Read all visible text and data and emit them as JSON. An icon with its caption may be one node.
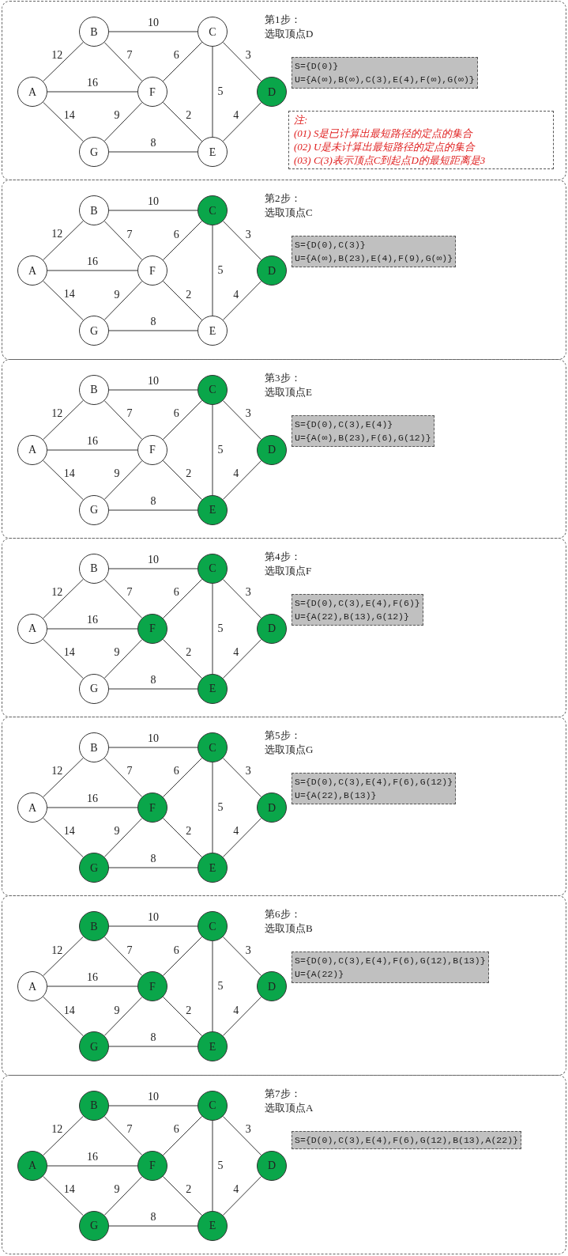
{
  "diagram": {
    "nodes": [
      {
        "text": [
          "第1步：",
          "选取顶点D"
        ]
      },
      {
        "text": [
          "B"
        ],
        "in": 0
      },
      {
        "text": [
          "C"
        ],
        "in": 0
      },
      {
        "text": [
          "A"
        ],
        "in": 0
      },
      {
        "text": [
          "F"
        ],
        "in": 0
      },
      {
        "text": [
          "D"
        ],
        "in": 0
      },
      {
        "text": [
          "G"
        ],
        "in": 0
      },
      {
        "text": [
          "E"
        ],
        "in": 0
      },
      {
        "text": [
          "S={D(0)}",
          "U={A(∞),B(∞),C(3),E(4),F(∞),G(∞)}"
        ],
        "in": 0
      },
      {
        "text": [
          "注:",
          "(01) S是已计算出最短路径的定点的集合",
          "(02) U是未计算出最短路径的定点的集合",
          "(03) C(3)表示顶点C到起点D的最短距离是3"
        ],
        "in": 0
      },
      {
        "text": [
          "第2步：",
          "选取顶点C"
        ]
      },
      {
        "text": [
          "B"
        ],
        "in": 10
      },
      {
        "text": [
          "C"
        ],
        "in": 10
      },
      {
        "text": [
          "A"
        ],
        "in": 10
      },
      {
        "text": [
          "F"
        ],
        "in": 10
      },
      {
        "text": [
          "D"
        ],
        "in": 10
      },
      {
        "text": [
          "G"
        ],
        "in": 10
      },
      {
        "text": [
          "E"
        ],
        "in": 10
      },
      {
        "text": [
          "S={D(0),C(3)}",
          "U={A(∞),B(23),E(4),F(9),G(∞)}"
        ],
        "in": 10
      },
      {
        "text": [
          "第3步：",
          "选取顶点E"
        ]
      },
      {
        "text": [
          "B"
        ],
        "in": 19
      },
      {
        "text": [
          "C"
        ],
        "in": 19
      },
      {
        "text": [
          "A"
        ],
        "in": 19
      },
      {
        "text": [
          "F"
        ],
        "in": 19
      },
      {
        "text": [
          "D"
        ],
        "in": 19
      },
      {
        "text": [
          "G"
        ],
        "in": 19
      },
      {
        "text": [
          "E"
        ],
        "in": 19
      },
      {
        "text": [
          "S={D(0),C(3),E(4)}",
          "U={A(∞),B(23),F(6),G(12)}"
        ],
        "in": 19
      },
      {
        "text": [
          "第4步：",
          "选取顶点F"
        ]
      },
      {
        "text": [
          "B"
        ],
        "in": 28
      },
      {
        "text": [
          "C"
        ],
        "in": 28
      },
      {
        "text": [
          "A"
        ],
        "in": 28
      },
      {
        "text": [
          "F"
        ],
        "in": 28
      },
      {
        "text": [
          "D"
        ],
        "in": 28
      },
      {
        "text": [
          "G"
        ],
        "in": 28
      },
      {
        "text": [
          "E"
        ],
        "in": 28
      },
      {
        "text": [
          "S={D(0),C(3),E(4),F(6)}",
          "U={A(22),B(13),G(12)}"
        ],
        "in": 28
      },
      {
        "text": [
          "第5步：",
          "选取顶点G"
        ]
      },
      {
        "text": [
          "B"
        ],
        "in": 37
      },
      {
        "text": [
          "C"
        ],
        "in": 37
      },
      {
        "text": [
          "A"
        ],
        "in": 37
      },
      {
        "text": [
          "F"
        ],
        "in": 37
      },
      {
        "text": [
          "D"
        ],
        "in": 37
      },
      {
        "text": [
          "G"
        ],
        "in": 37
      },
      {
        "text": [
          "E"
        ],
        "in": 37
      },
      {
        "text": [
          "S={D(0),C(3),E(4),F(6),G(12)}",
          "U={A(22),B(13)}"
        ],
        "in": 37
      },
      {
        "text": [
          "第6步：",
          "选取顶点B"
        ]
      },
      {
        "text": [
          "B"
        ],
        "in": 46
      },
      {
        "text": [
          "C"
        ],
        "in": 46
      },
      {
        "text": [
          "A"
        ],
        "in": 46
      },
      {
        "text": [
          "F"
        ],
        "in": 46
      },
      {
        "text": [
          "D"
        ],
        "in": 46
      },
      {
        "text": [
          "G"
        ],
        "in": 46
      },
      {
        "text": [
          "E"
        ],
        "in": 46
      },
      {
        "text": [
          "S={D(0),C(3),E(4),F(6),G(12),B(13)}",
          "U={A(22)}"
        ],
        "in": 46
      },
      {
        "text": [
          "第7步：",
          "选取顶点A"
        ]
      },
      {
        "text": [
          "B"
        ],
        "in": 55
      },
      {
        "text": [
          "C"
        ],
        "in": 55
      },
      {
        "text": [
          "A"
        ],
        "in": 55
      },
      {
        "text": [
          "F"
        ],
        "in": 55
      },
      {
        "text": [
          "D"
        ],
        "in": 55
      },
      {
        "text": [
          "G"
        ],
        "in": 55
      },
      {
        "text": [
          "E"
        ],
        "in": 55
      },
      {
        "text": [
          "S={D(0),C(3),E(4),F(6),G(12),B(13),A(22)}"
        ],
        "in": 55
      }
    ],
    "edges": [
      {
        "from": 3,
        "to": 1,
        "arrow": "none",
        "label": "12"
      },
      {
        "from": 3,
        "to": 4,
        "arrow": "none",
        "label": "16"
      },
      {
        "from": 3,
        "to": 6,
        "arrow": "none",
        "label": "14"
      },
      {
        "from": 1,
        "to": 2,
        "arrow": "none",
        "label": "10"
      },
      {
        "from": 1,
        "to": 4,
        "arrow": "none",
        "label": "7"
      },
      {
        "from": 2,
        "to": 4,
        "arrow": "none",
        "label": "6"
      },
      {
        "from": 2,
        "to": 5,
        "arrow": "none",
        "label": "3"
      },
      {
        "from": 2,
        "to": 7,
        "arrow": "none",
        "label": "5"
      },
      {
        "from": 4,
        "to": 7,
        "arrow": "none",
        "label": "2"
      },
      {
        "from": 4,
        "to": 6,
        "arrow": "none",
        "label": "9"
      },
      {
        "from": 6,
        "to": 7,
        "arrow": "none",
        "label": "8"
      },
      {
        "from": 5,
        "to": 7,
        "arrow": "none",
        "label": "4"
      },
      {
        "from": 13,
        "to": 11,
        "arrow": "none",
        "label": "12"
      },
      {
        "from": 13,
        "to": 14,
        "arrow": "none",
        "label": "16"
      },
      {
        "from": 13,
        "to": 16,
        "arrow": "none",
        "label": "14"
      },
      {
        "from": 11,
        "to": 12,
        "arrow": "none",
        "label": "10"
      },
      {
        "from": 11,
        "to": 14,
        "arrow": "none",
        "label": "7"
      },
      {
        "from": 12,
        "to": 14,
        "arrow": "none",
        "label": "6"
      },
      {
        "from": 12,
        "to": 15,
        "arrow": "none",
        "label": "3"
      },
      {
        "from": 12,
        "to": 17,
        "arrow": "none",
        "label": "5"
      },
      {
        "from": 14,
        "to": 17,
        "arrow": "none",
        "label": "2"
      },
      {
        "from": 14,
        "to": 16,
        "arrow": "none",
        "label": "9"
      },
      {
        "from": 16,
        "to": 17,
        "arrow": "none",
        "label": "8"
      },
      {
        "from": 15,
        "to": 17,
        "arrow": "none",
        "label": "4"
      },
      {
        "from": 22,
        "to": 20,
        "arrow": "none",
        "label": "12"
      },
      {
        "from": 22,
        "to": 23,
        "arrow": "none",
        "label": "16"
      },
      {
        "from": 22,
        "to": 25,
        "arrow": "none",
        "label": "14"
      },
      {
        "from": 20,
        "to": 21,
        "arrow": "none",
        "label": "10"
      },
      {
        "from": 20,
        "to": 23,
        "arrow": "none",
        "label": "7"
      },
      {
        "from": 21,
        "to": 23,
        "arrow": "none",
        "label": "6"
      },
      {
        "from": 21,
        "to": 24,
        "arrow": "none",
        "label": "3"
      },
      {
        "from": 21,
        "to": 26,
        "arrow": "none",
        "label": "5"
      },
      {
        "from": 23,
        "to": 26,
        "arrow": "none",
        "label": "2"
      },
      {
        "from": 23,
        "to": 25,
        "arrow": "none",
        "label": "9"
      },
      {
        "from": 25,
        "to": 26,
        "arrow": "none",
        "label": "8"
      },
      {
        "from": 24,
        "to": 26,
        "arrow": "none",
        "label": "4"
      },
      {
        "from": 31,
        "to": 29,
        "arrow": "none",
        "label": "12"
      },
      {
        "from": 31,
        "to": 32,
        "arrow": "none",
        "label": "16"
      },
      {
        "from": 31,
        "to": 34,
        "arrow": "none",
        "label": "14"
      },
      {
        "from": 29,
        "to": 30,
        "arrow": "none",
        "label": "10"
      },
      {
        "from": 29,
        "to": 32,
        "arrow": "none",
        "label": "7"
      },
      {
        "from": 30,
        "to": 32,
        "arrow": "none",
        "label": "6"
      },
      {
        "from": 30,
        "to": 33,
        "arrow": "none",
        "label": "3"
      },
      {
        "from": 30,
        "to": 35,
        "arrow": "none",
        "label": "5"
      },
      {
        "from": 32,
        "to": 35,
        "arrow": "none",
        "label": "2"
      },
      {
        "from": 32,
        "to": 34,
        "arrow": "none",
        "label": "9"
      },
      {
        "from": 34,
        "to": 35,
        "arrow": "none",
        "label": "8"
      },
      {
        "from": 33,
        "to": 35,
        "arrow": "none",
        "label": "4"
      },
      {
        "from": 40,
        "to": 38,
        "arrow": "none",
        "label": "12"
      },
      {
        "from": 40,
        "to": 41,
        "arrow": "none",
        "label": "16"
      },
      {
        "from": 40,
        "to": 43,
        "arrow": "none",
        "label": "14"
      },
      {
        "from": 38,
        "to": 39,
        "arrow": "none",
        "label": "10"
      },
      {
        "from": 38,
        "to": 41,
        "arrow": "none",
        "label": "7"
      },
      {
        "from": 39,
        "to": 41,
        "arrow": "none",
        "label": "6"
      },
      {
        "from": 39,
        "to": 42,
        "arrow": "none",
        "label": "3"
      },
      {
        "from": 39,
        "to": 44,
        "arrow": "none",
        "label": "5"
      },
      {
        "from": 41,
        "to": 44,
        "arrow": "none",
        "label": "2"
      },
      {
        "from": 41,
        "to": 43,
        "arrow": "none",
        "label": "9"
      },
      {
        "from": 43,
        "to": 44,
        "arrow": "none",
        "label": "8"
      },
      {
        "from": 42,
        "to": 44,
        "arrow": "none",
        "label": "4"
      },
      {
        "from": 49,
        "to": 47,
        "arrow": "none",
        "label": "12"
      },
      {
        "from": 49,
        "to": 50,
        "arrow": "none",
        "label": "16"
      },
      {
        "from": 49,
        "to": 52,
        "arrow": "none",
        "label": "14"
      },
      {
        "from": 47,
        "to": 48,
        "arrow": "none",
        "label": "10"
      },
      {
        "from": 47,
        "to": 50,
        "arrow": "none",
        "label": "7"
      },
      {
        "from": 48,
        "to": 50,
        "arrow": "none",
        "label": "6"
      },
      {
        "from": 48,
        "to": 51,
        "arrow": "none",
        "label": "3"
      },
      {
        "from": 48,
        "to": 53,
        "arrow": "none",
        "label": "5"
      },
      {
        "from": 50,
        "to": 53,
        "arrow": "none",
        "label": "2"
      },
      {
        "from": 50,
        "to": 52,
        "arrow": "none",
        "label": "9"
      },
      {
        "from": 52,
        "to": 53,
        "arrow": "none",
        "label": "8"
      },
      {
        "from": 51,
        "to": 53,
        "arrow": "none",
        "label": "4"
      },
      {
        "from": 58,
        "to": 56,
        "arrow": "none",
        "label": "12"
      },
      {
        "from": 58,
        "to": 59,
        "arrow": "none",
        "label": "16"
      },
      {
        "from": 58,
        "to": 61,
        "arrow": "none",
        "label": "14"
      },
      {
        "from": 56,
        "to": 57,
        "arrow": "none",
        "label": "10"
      },
      {
        "from": 56,
        "to": 59,
        "arrow": "none",
        "label": "7"
      },
      {
        "from": 57,
        "to": 59,
        "arrow": "none",
        "label": "6"
      },
      {
        "from": 57,
        "to": 60,
        "arrow": "none",
        "label": "3"
      },
      {
        "from": 57,
        "to": 62,
        "arrow": "none",
        "label": "5"
      },
      {
        "from": 59,
        "to": 62,
        "arrow": "none",
        "label": "2"
      },
      {
        "from": 59,
        "to": 61,
        "arrow": "none",
        "label": "9"
      },
      {
        "from": 61,
        "to": 62,
        "arrow": "none",
        "label": "8"
      },
      {
        "from": 60,
        "to": 62,
        "arrow": "none",
        "label": "4"
      }
    ]
  }
}
